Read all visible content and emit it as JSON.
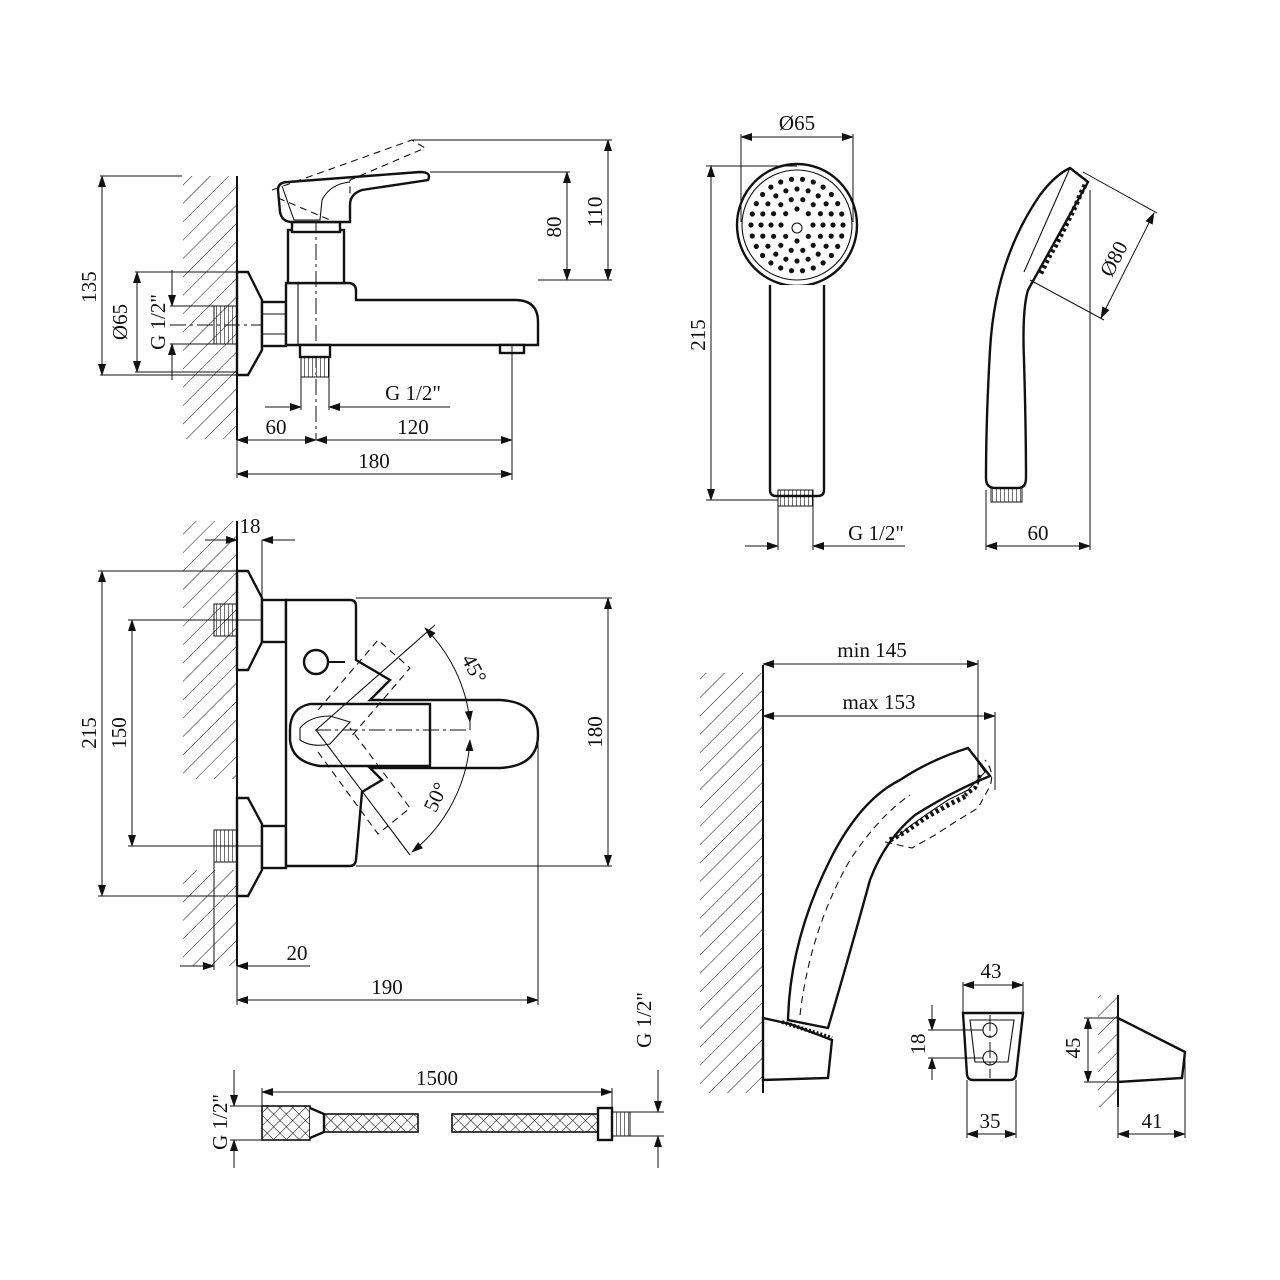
{
  "labels": {
    "faucet_height": "135",
    "faucet_inlet_diameter": "Ø65",
    "faucet_inlet_thread": "G 1/2\"",
    "faucet_top_height": "110",
    "faucet_body_height": "80",
    "faucet_outlet_thread": "G 1/2\"",
    "faucet_wall_to_outlet": "60",
    "faucet_outlet_span": "120",
    "faucet_depth": "180",
    "shower_head_diameter": "Ø65",
    "shower_handle_length": "215",
    "shower_thread": "G 1/2\"",
    "shower_side_diameter": "Ø80",
    "shower_side_width": "60",
    "top_flange_thickness": "18",
    "top_total_width": "215",
    "top_inlet_spacing": "150",
    "top_body_length": "180",
    "top_angle_up": "45°",
    "top_angle_down": "50°",
    "top_offset": "20",
    "top_reach": "190",
    "holder_min": "min 145",
    "holder_max": "max 153",
    "holder_width": "43",
    "holder_slot": "18",
    "holder_base": "35",
    "holder_height": "45",
    "holder_depth": "41",
    "hose_length": "1500",
    "hose_thread_left": "G 1/2\"",
    "hose_thread_right": "G 1/2\""
  }
}
